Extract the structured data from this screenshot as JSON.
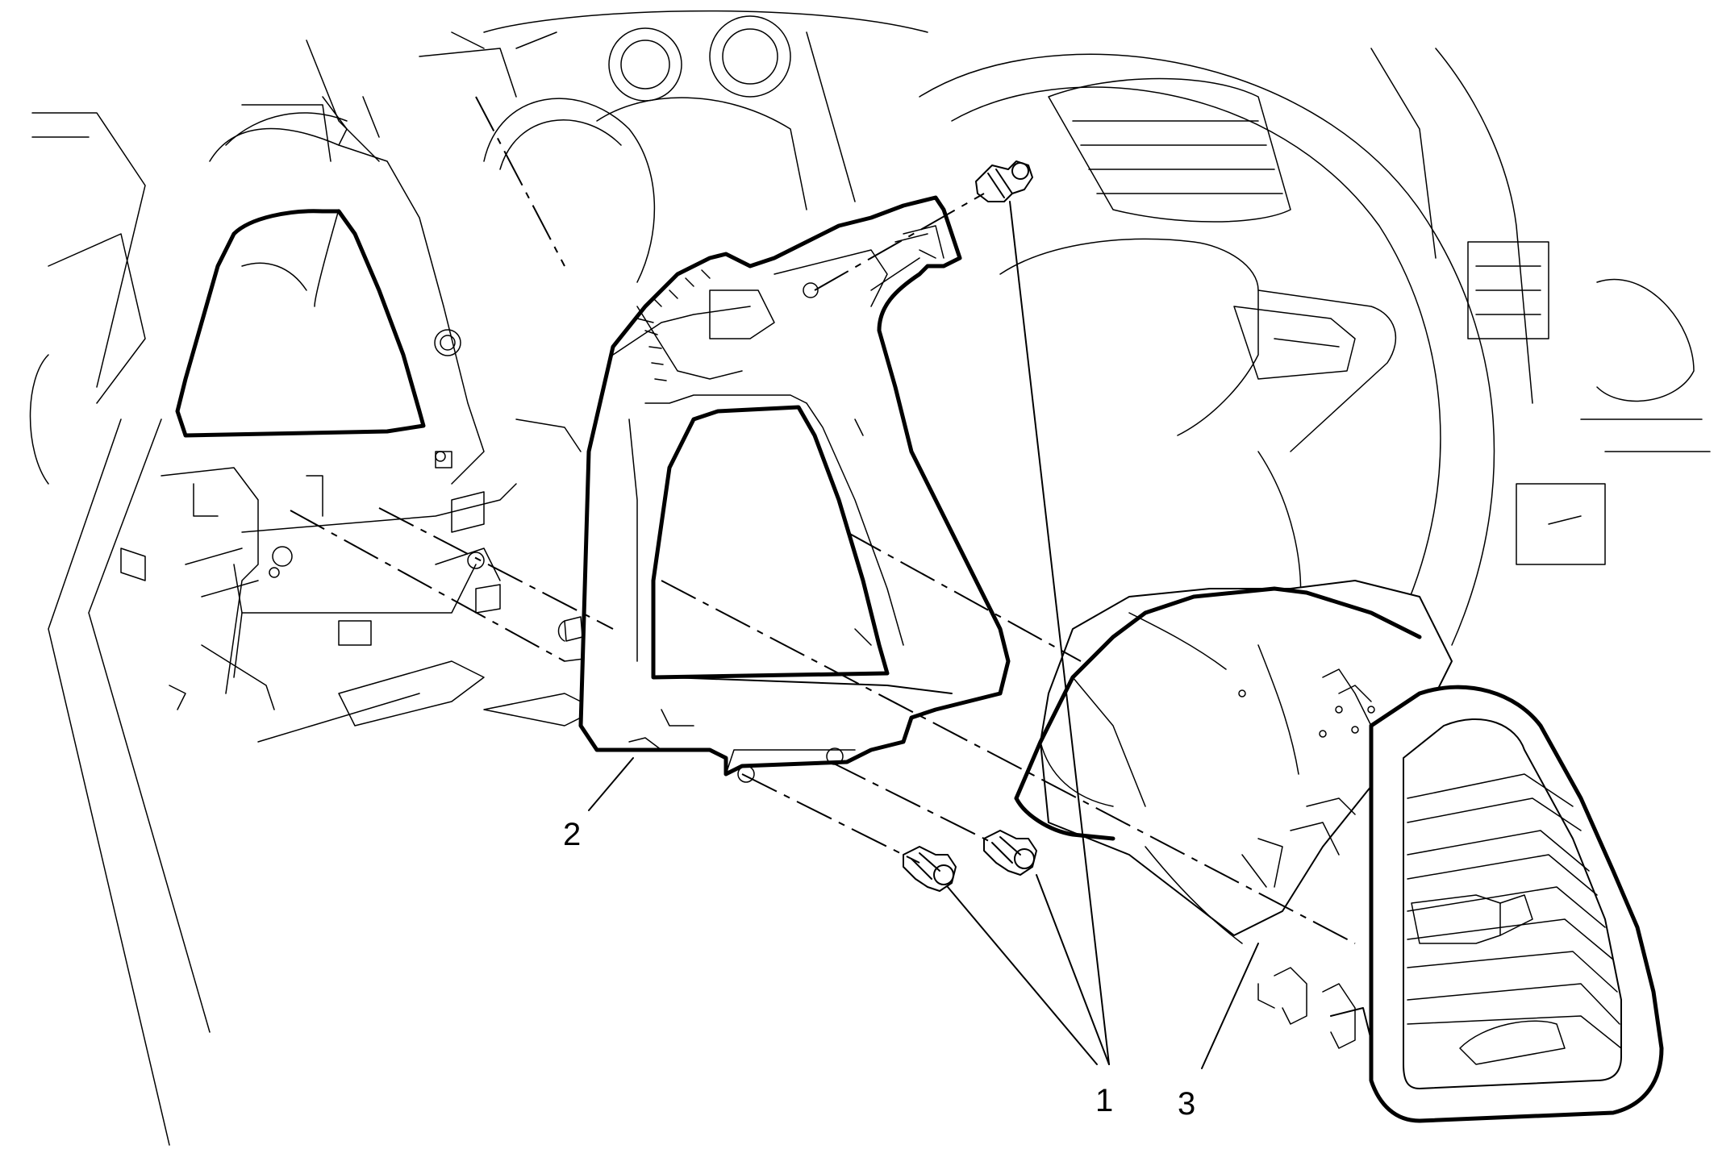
{
  "callouts": [
    {
      "id": "1",
      "label": "1",
      "part": "fasteners"
    },
    {
      "id": "2",
      "label": "2",
      "part": "instrument-panel-trim-bezel"
    },
    {
      "id": "3",
      "label": "3",
      "part": "air-outlet-vent"
    }
  ],
  "colors": {
    "line": "#000000",
    "background": "#ffffff"
  }
}
